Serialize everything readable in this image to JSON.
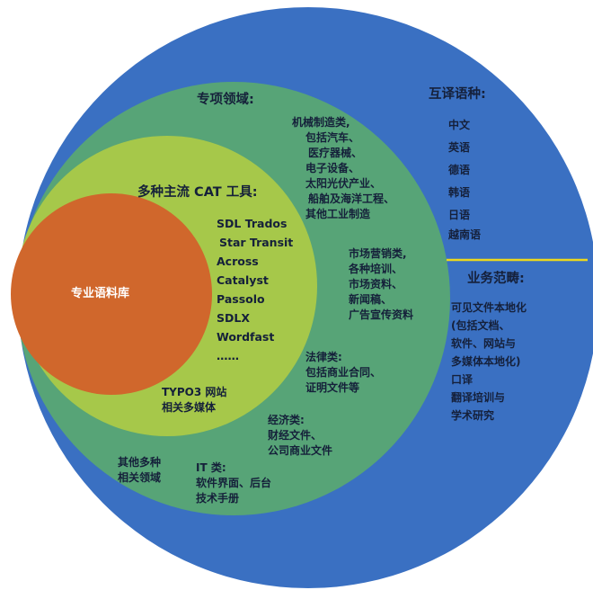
{
  "colors": {
    "outer": "#3a70c2",
    "middle": "#57a477",
    "inner": "#a6c84a",
    "core": "#d0672c",
    "divider": "#ecd81e"
  },
  "core": {
    "label": "专业语料库"
  },
  "tools": {
    "title": "多种主流 CAT 工具:",
    "items": [
      "SDL Trados",
      "Star Transit",
      "Across",
      "Catalyst",
      "Passolo",
      "SDLX",
      "Wordfast",
      "……"
    ],
    "typo3": [
      "TYPO3 网站",
      "相关多媒体"
    ]
  },
  "domains": {
    "title": "专项领域:",
    "machinery": [
      "机械制造类,",
      "包括汽车、",
      "医疗器械、",
      "电子设备、",
      "太阳光伏产业、",
      "船舶及海洋工程、",
      "其他工业制造"
    ],
    "marketing": [
      "市场营销类,",
      "各种培训、",
      "市场资料、",
      "新闻稿、",
      "广告宣传资料"
    ],
    "legal": [
      "法律类:",
      "包括商业合同、",
      "证明文件等"
    ],
    "economy": [
      "经济类:",
      "财经文件、",
      "公司商业文件"
    ],
    "it": [
      "IT 类:",
      "软件界面、后台",
      "技术手册"
    ],
    "other": [
      "其他多种",
      "相关领域"
    ]
  },
  "languages": {
    "title": "互译语种:",
    "items": [
      "中文",
      "英语",
      "德语",
      "韩语",
      "日语",
      "越南语"
    ]
  },
  "services": {
    "title": "业务范畴:",
    "items": [
      "可见文件本地化",
      "(包括文档、",
      "软件、网站与",
      "多媒体本地化)",
      "口译",
      "翻译培训与",
      "学术研究"
    ]
  }
}
